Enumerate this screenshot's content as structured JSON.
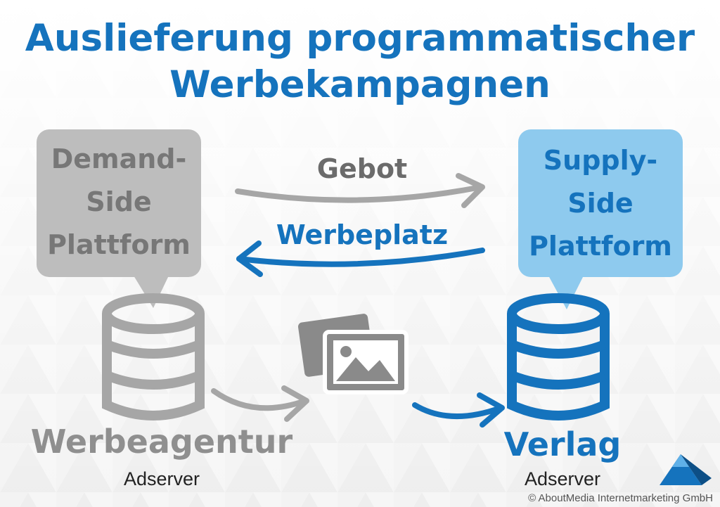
{
  "title_line1": "Auslieferung programmatischer",
  "title_line2": "Werbekampagnen",
  "demand_side": {
    "line1": "Demand-",
    "line2": "Side",
    "line3": "Plattform",
    "color": "#bdbdbd"
  },
  "supply_side": {
    "line1": "Supply-",
    "line2": "Side",
    "line3": "Plattform",
    "color": "#8ecaee"
  },
  "arrows": {
    "gebot": "Gebot",
    "werbeplatz": "Werbeplatz"
  },
  "agentur": {
    "name": "Werbeagentur",
    "sub": "Adserver",
    "icon": "database-icon"
  },
  "verlag": {
    "name": "Verlag",
    "sub": "Adserver",
    "icon": "database-icon"
  },
  "creative_icon": "images-icon",
  "logo_icon": "pyramid-logo-icon",
  "copyright": "© AboutMedia Internetmarketing GmbH",
  "colors": {
    "blue": "#1573bd",
    "gray": "#a6a6a6",
    "dark_gray": "#777777"
  }
}
